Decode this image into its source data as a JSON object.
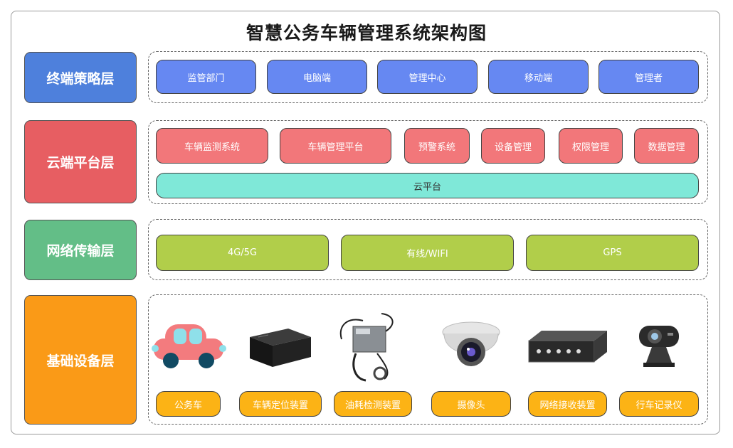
{
  "title": "智慧公务车辆管理系统架构图",
  "layers": {
    "terminal": {
      "label": "终端策略层",
      "color": "#4e80dc",
      "items": [
        "监管部门",
        "电脑端",
        "管理中心",
        "移动端",
        "管理者"
      ]
    },
    "cloud": {
      "label": "云端平台层",
      "color": "#e75e62",
      "items": [
        "车辆监测系统",
        "车辆管理平台",
        "预警系统",
        "设备管理",
        "权限管理",
        "数据管理"
      ],
      "platform": "云平台"
    },
    "network": {
      "label": "网络传输层",
      "color": "#63be87",
      "items": [
        "4G/5G",
        "有线/WIFI",
        "GPS"
      ]
    },
    "base": {
      "label": "基础设备层",
      "color": "#fa9a17",
      "items": [
        "公务车",
        "车辆定位装置",
        "油耗检测装置",
        "摄像头",
        "网络接收装置",
        "行车记录仪"
      ]
    }
  },
  "icons": [
    "car-icon",
    "locator-box-icon",
    "fuel-sensor-icon",
    "dome-camera-icon",
    "network-receiver-icon",
    "dash-cam-icon"
  ]
}
